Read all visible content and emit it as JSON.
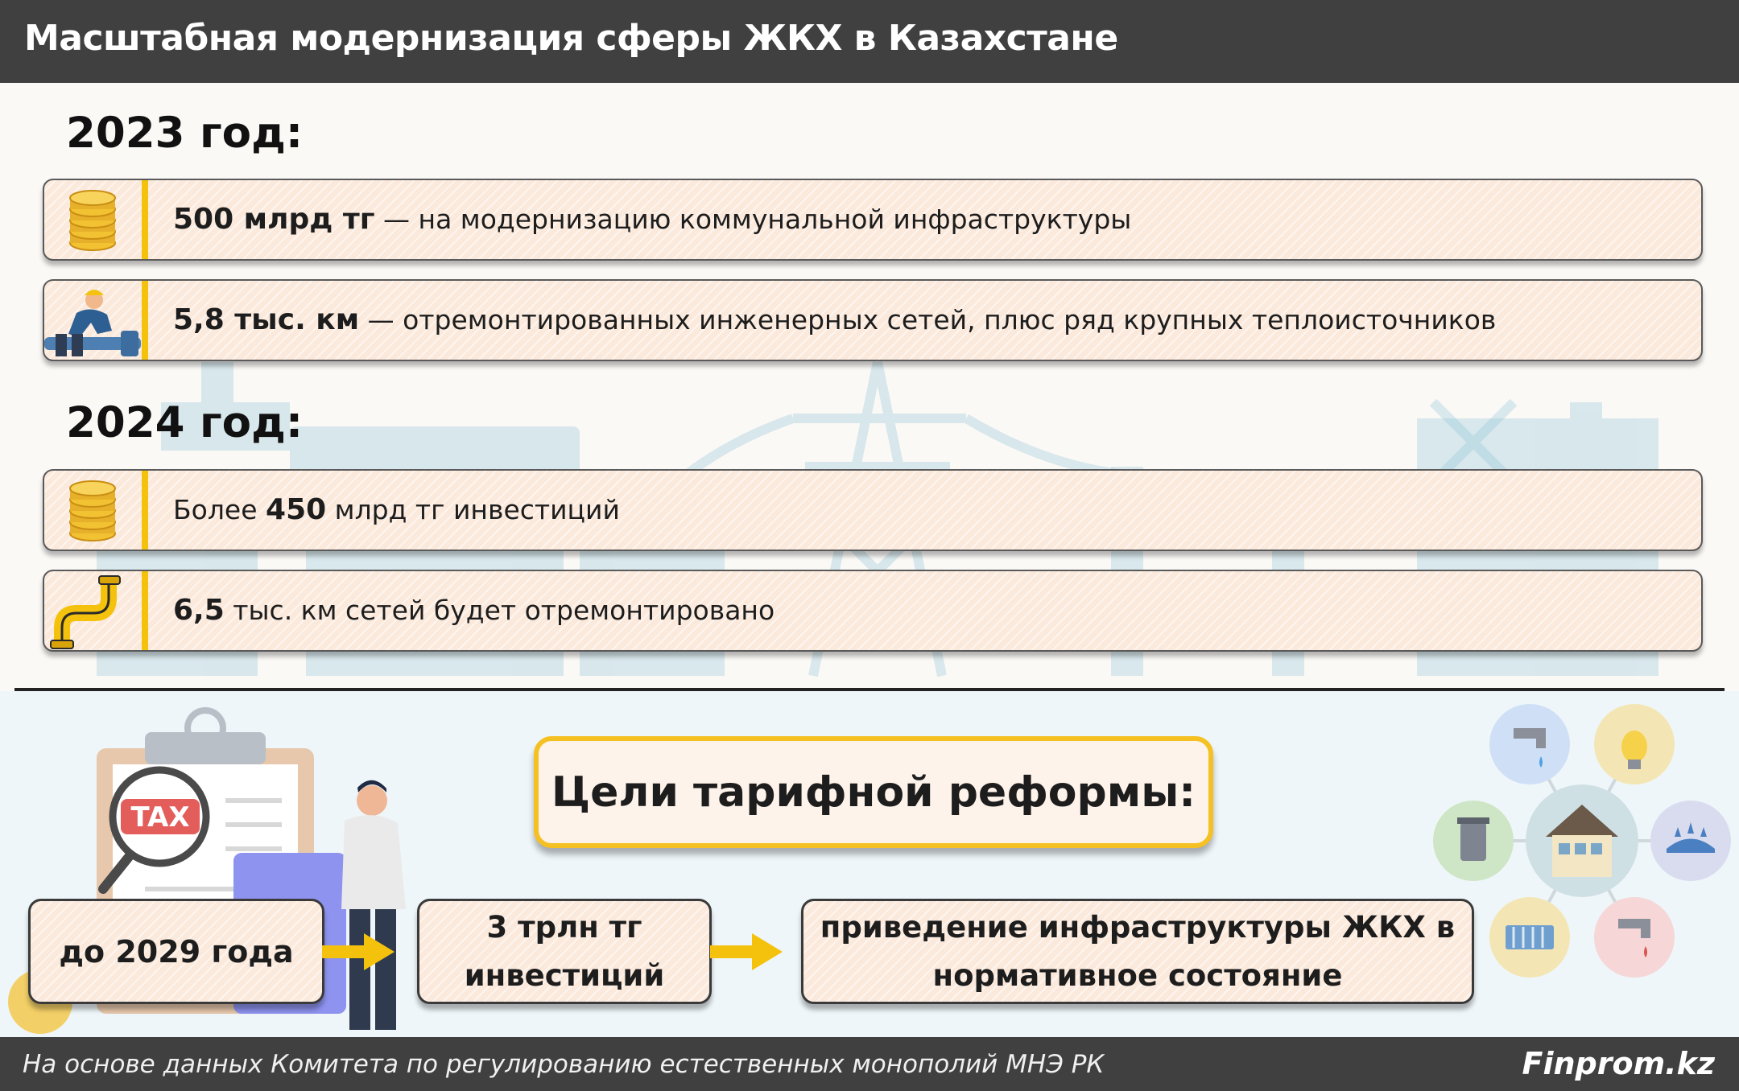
{
  "header": {
    "title": "Масштабная модернизация сферы ЖКХ в Казахстане"
  },
  "sections": [
    {
      "year": "2023 год:",
      "items": [
        {
          "icon": "coins-icon",
          "bold": "500 млрд тг",
          "text": " — на модернизацию коммунальной инфраструктуры"
        },
        {
          "icon": "worker-icon",
          "bold": "5,8 тыс. км",
          "text": " — отремонтированных инженерных сетей, плюс ряд крупных теплоисточников"
        }
      ]
    },
    {
      "year": "2024 год:",
      "items": [
        {
          "icon": "coins-icon",
          "prefix": "Более ",
          "bold": "450",
          "text": " млрд тг инвестиций"
        },
        {
          "icon": "pipe-icon",
          "bold": "6,5",
          "text": " тыс. км сетей будет отремонтировано"
        }
      ]
    }
  ],
  "reform": {
    "title": "Цели тарифной реформы:",
    "deadline": "до 2029 года",
    "investment_line1": "3 трлн тг",
    "investment_line2": "инвестиций",
    "goal_line1": "приведение инфраструктуры ЖКХ в",
    "goal_line2": "нормативное состояние",
    "tax_label": "TAX"
  },
  "footer": {
    "source": "На основе данных Комитета по регулированию естественных монополий МНЭ РК",
    "brand": "Finprom.kz"
  },
  "colors": {
    "header_bg": "#404040",
    "accent": "#f4c20d",
    "row_bg": "#fbe9dc"
  }
}
